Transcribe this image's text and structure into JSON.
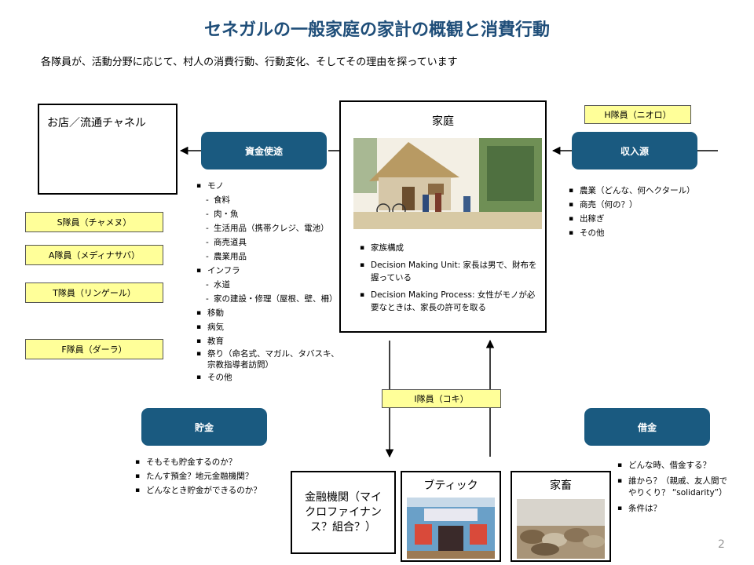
{
  "title": "セネガルの一般家庭の家計の概観と消費行動",
  "subtitle": "各隊員が、活動分野に応じて、村人の消費行動、行動変化、そしてその理由を探っています",
  "page_number": "2",
  "shop_box": {
    "label": "お店／流通チャネル"
  },
  "household": {
    "label": "家庭",
    "bullets": [
      "家族構成",
      "Decision Making Unit: 家長は男で、財布を握っている",
      "Decision Making Process: 女性がモノが必要なときは、家長の許可を取る"
    ]
  },
  "buttons": {
    "spending": "資金使途",
    "income": "収入源",
    "savings": "貯金",
    "loan": "借金"
  },
  "volunteers": {
    "h": "H隊員（ニオロ）",
    "s": "S隊員（チャメヌ）",
    "a": "A隊員（メディナサバ）",
    "t": "T隊員（リンゲール）",
    "f": "F隊員（ダーラ）",
    "i": "I隊員（コキ）"
  },
  "spending_items": [
    {
      "text": "モノ",
      "level": 1
    },
    {
      "text": "食料",
      "level": 2
    },
    {
      "text": "肉・魚",
      "level": 2
    },
    {
      "text": "生活用品（携帯クレジ、電池）",
      "level": 2
    },
    {
      "text": "商売道具",
      "level": 2
    },
    {
      "text": "農業用品",
      "level": 2
    },
    {
      "text": "インフラ",
      "level": 1
    },
    {
      "text": "水道",
      "level": 2
    },
    {
      "text": "家の建設・修理（屋根、壁、柵）",
      "level": 2
    },
    {
      "text": "移動",
      "level": 1
    },
    {
      "text": "病気",
      "level": 1
    },
    {
      "text": "教育",
      "level": 1
    },
    {
      "text": "祭り（命名式、マガル、タバスキ、宗教指導者訪問）",
      "level": 1
    },
    {
      "text": "その他",
      "level": 1
    }
  ],
  "income_items": [
    "農業（どんな、何ヘクタール）",
    "商売（何の？）",
    "出稼ぎ",
    "その他"
  ],
  "savings_items": [
    "そもそも貯金するのか？",
    "たんす預金？地元金融機関？",
    "どんなとき貯金ができるのか？"
  ],
  "loan_items": [
    "どんな時、借金する？",
    "誰から？（親戚、友人間でやりくり？ “solidarity”）",
    "条件は？"
  ],
  "bottom_boxes": {
    "finance": "金融機関（マイクロファイナンス？組合？）",
    "boutique": "ブティック",
    "livestock": "家畜"
  },
  "colors": {
    "title": "#1f4e79",
    "button": "#1a5a80",
    "label_bg": "#ffff99"
  }
}
